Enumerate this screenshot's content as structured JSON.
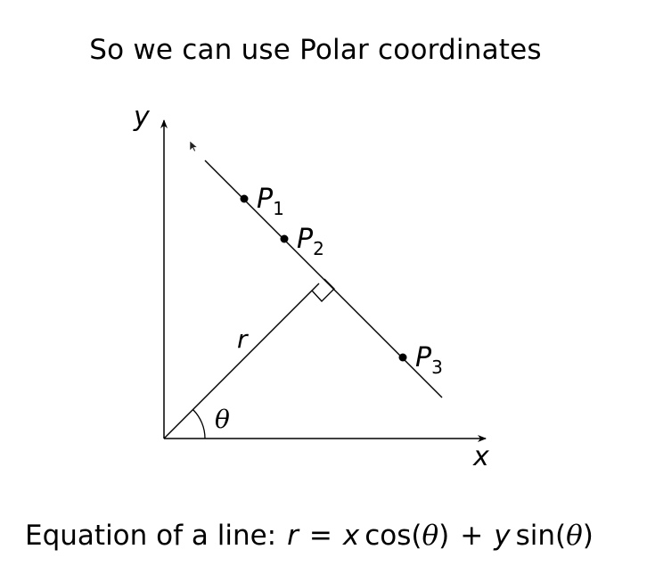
{
  "title": "So we can use Polar coordinates",
  "diagram": {
    "axis_x_label": "x",
    "axis_y_label": "y",
    "radius_label": "r",
    "angle_label": "θ",
    "points": [
      {
        "letter": "P",
        "sub": "1"
      },
      {
        "letter": "P",
        "sub": "2"
      },
      {
        "letter": "P",
        "sub": "3"
      }
    ]
  },
  "equation": {
    "prefix": "Equation of a line:",
    "r": "r",
    "eq": "=",
    "x": "x",
    "cos": "cos(",
    "theta1": "θ",
    "close1": ")",
    "plus": "+",
    "y": "y",
    "sin": "sin(",
    "theta2": "θ",
    "close2": ")"
  }
}
